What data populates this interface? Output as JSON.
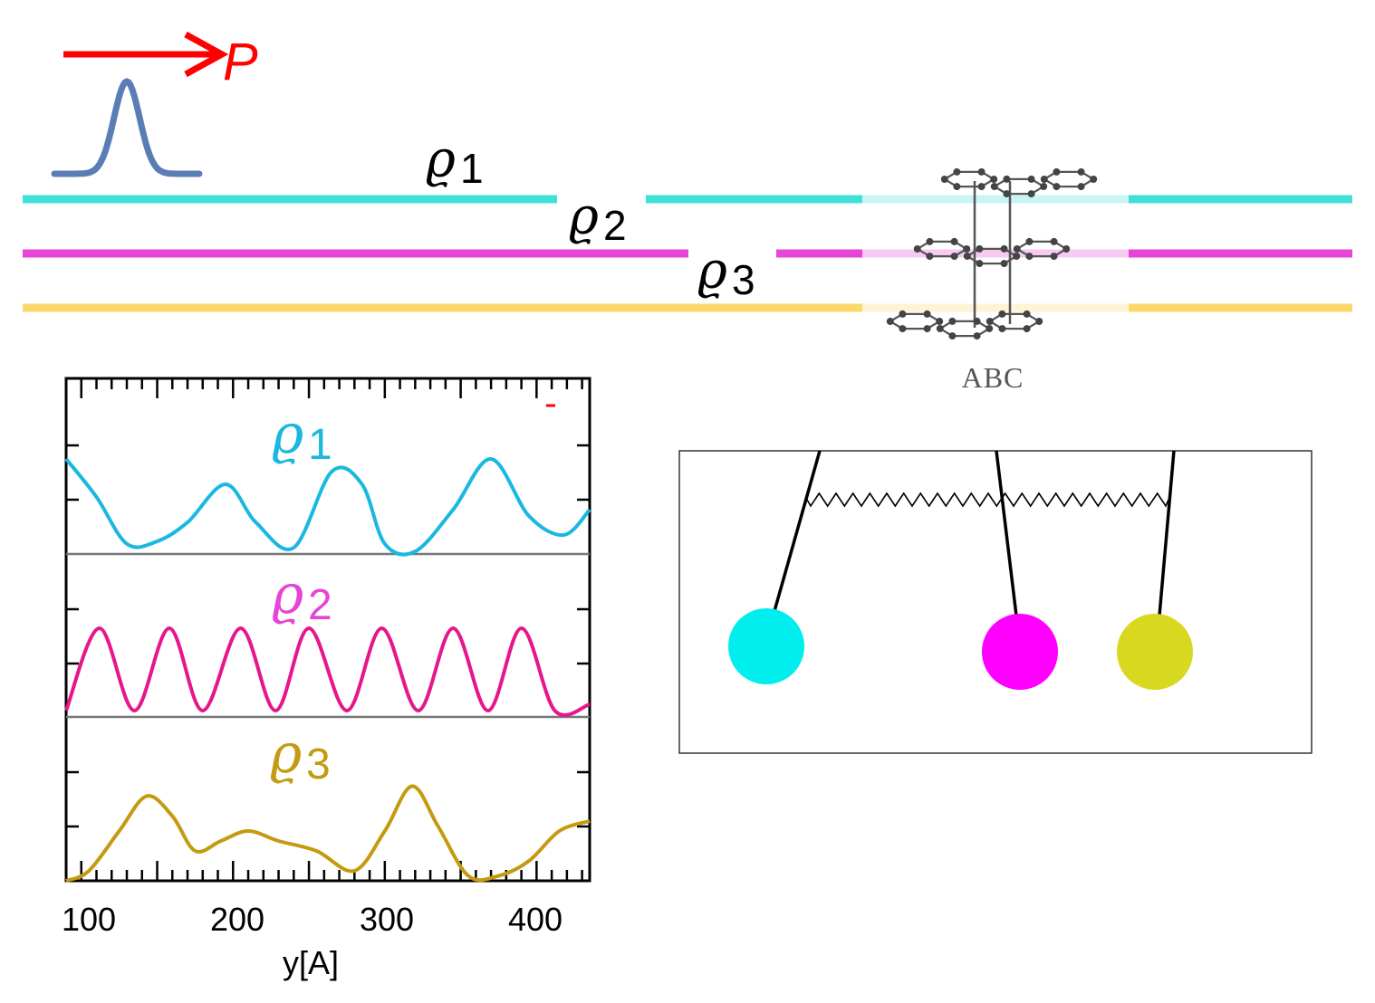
{
  "momentum_label": "P",
  "layers": [
    {
      "rho": "ϱ",
      "sub": "1",
      "color": "#40e0d8"
    },
    {
      "rho": "ϱ",
      "sub": "2",
      "color": "#e645d6"
    },
    {
      "rho": "ϱ",
      "sub": "3",
      "color": "#fcd86a"
    }
  ],
  "stacking_label": "ABC",
  "plot": {
    "x_ticks": [
      "100",
      "200",
      "300",
      "400"
    ],
    "x_label": "y[A]",
    "panel_labels": [
      {
        "rho": "ϱ",
        "sub": "1",
        "color": "#1ab8e0"
      },
      {
        "rho": "ϱ",
        "sub": "2",
        "color": "#e645d6"
      },
      {
        "rho": "ϱ",
        "sub": "3",
        "color": "#c49a10"
      }
    ]
  },
  "chart_data": {
    "type": "line",
    "x_unit": "A",
    "xlim": [
      90,
      435
    ],
    "series_colors": [
      "#1ab8e0",
      "#e6168c",
      "#c49a10"
    ],
    "series": [
      {
        "x": [
          90,
          110,
          130,
          150,
          170,
          195,
          215,
          240,
          265,
          285,
          300,
          320,
          345,
          370,
          395,
          418,
          435
        ],
        "values": [
          0.75,
          0.45,
          0.08,
          0.1,
          0.25,
          0.55,
          0.25,
          0.05,
          0.65,
          0.55,
          0.08,
          0.02,
          0.35,
          0.75,
          0.3,
          0.15,
          0.35
        ]
      },
      {
        "x": [
          90,
          112,
          135,
          158,
          180,
          205,
          228,
          250,
          275,
          298,
          322,
          345,
          368,
          390,
          412,
          435
        ],
        "values": [
          0.05,
          0.7,
          0.05,
          0.7,
          0.05,
          0.7,
          0.05,
          0.7,
          0.05,
          0.7,
          0.05,
          0.7,
          0.05,
          0.7,
          0.05,
          0.1
        ]
      },
      {
        "x": [
          90,
          105,
          125,
          143,
          160,
          175,
          192,
          210,
          230,
          255,
          280,
          300,
          318,
          335,
          355,
          375,
          395,
          415,
          435
        ],
        "values": [
          0.0,
          0.1,
          0.5,
          0.85,
          0.65,
          0.3,
          0.4,
          0.5,
          0.4,
          0.3,
          0.1,
          0.5,
          0.95,
          0.55,
          0.05,
          0.05,
          0.2,
          0.5,
          0.6
        ]
      }
    ]
  }
}
